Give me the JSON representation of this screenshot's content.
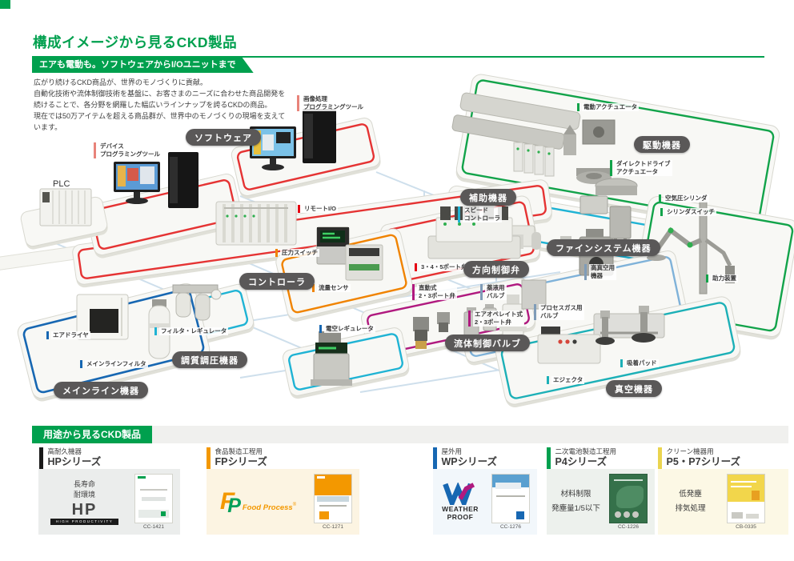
{
  "colors": {
    "brand_green": "#00A04E",
    "badge_gray": "#5a5858"
  },
  "header": {
    "title": "構成イメージから見るCKD製品",
    "banner": "エアも電動も。ソフトウェアからI/Oユニットまで",
    "intro": "広がり続けるCKD商品が、世界のモノづくりに貢献。\n自動化技術や流体制御技術を基盤に、お客さまのニーズに合わせた商品開発を\n続けることで、各分野を網羅した幅広いラインナップを誇るCKDの商品。\n現在では50万アイテムを超える商品群が、世界中のモノづくりの現場を支えて\nいます。"
  },
  "diagram": {
    "plc_label": "PLC",
    "badges": [
      {
        "label": "ソフトウェア"
      },
      {
        "label": "コントローラ"
      },
      {
        "label": "補助機器"
      },
      {
        "label": "方向制御弁"
      },
      {
        "label": "ファインシステム機器"
      },
      {
        "label": "駆動機器"
      },
      {
        "label": "調質調圧機器"
      },
      {
        "label": "メインライン機器"
      },
      {
        "label": "流体制御バルブ"
      },
      {
        "label": "真空機器"
      }
    ],
    "labels": [
      {
        "text": "デバイス\nプログラミングツール",
        "color": "#e8837a"
      },
      {
        "text": "画像処理\nプログラミングツール",
        "color": "#e8837a"
      },
      {
        "text": "リモートI/O",
        "color": "#e60012"
      },
      {
        "text": "圧力スイッチ",
        "color": "#f08300"
      },
      {
        "text": "流量センサ",
        "color": "#f08300"
      },
      {
        "text": "スピード\nコントローラ",
        "color": "#1fb3d4"
      },
      {
        "text": "3・4・5ポート弁",
        "color": "#e60012"
      },
      {
        "text": "直動式\n2・3ポート弁",
        "color": "#b0197f"
      },
      {
        "text": "薬液用\nバルブ",
        "color": "#7f9cb8"
      },
      {
        "text": "エアオペレイト式\n2・3ポート弁",
        "color": "#b0197f"
      },
      {
        "text": "高真空用\n機器",
        "color": "#7f9cb8"
      },
      {
        "text": "プロセスガス用\nバルブ",
        "color": "#7f9cb8"
      },
      {
        "text": "電動アクチュエータ",
        "color": "#12a34a"
      },
      {
        "text": "ダイレクトドライブ\nアクチュエータ",
        "color": "#12a34a"
      },
      {
        "text": "空気圧シリンダ",
        "color": "#12a34a"
      },
      {
        "text": "シリンダスイッチ",
        "color": "#12a34a"
      },
      {
        "text": "助力装置",
        "color": "#12a34a"
      },
      {
        "text": "エアドライヤ",
        "color": "#1767b2"
      },
      {
        "text": "メインラインフィルタ",
        "color": "#1767b2"
      },
      {
        "text": "フィルタ・レギュレータ",
        "color": "#1fb3d4"
      },
      {
        "text": "電空レギュレータ",
        "color": "#1767b2"
      },
      {
        "text": "エジェクタ",
        "color": "#1cb0b7"
      },
      {
        "text": "吸着パッド",
        "color": "#1cb0b7"
      }
    ]
  },
  "usage": {
    "header": "用途から見るCKD製品",
    "cards": [
      {
        "category": "高耐久機器",
        "series": "HPシリーズ",
        "bar_color": "#1a1a1a",
        "feature1": "長寿命",
        "feature2": "耐環境",
        "logo_main": "HP",
        "logo_sub": "HIGH PRODUCTIVITY",
        "code": "CC-1421"
      },
      {
        "category": "食品製造工程用",
        "series": "FPシリーズ",
        "bar_color": "#f39800",
        "logo_f": "F",
        "logo_p": "P",
        "logo_text": "Food Process",
        "logo_reg": "®",
        "code": "CC-1271"
      },
      {
        "category": "屋外用",
        "series": "WPシリーズ",
        "bar_color": "#1767b2",
        "logo_line1": "WEATHER",
        "logo_line2": "PROOF",
        "code": "CC-1276"
      },
      {
        "category": "二次電池製造工程用",
        "series": "P4シリーズ",
        "bar_color": "#00a04e",
        "feature1": "材料制限",
        "feature2": "発塵量1/5以下",
        "code": "CC-1226"
      },
      {
        "category": "クリーン機器用",
        "series": "P5・P7シリーズ",
        "bar_color": "#ead44f",
        "feature1": "低発塵",
        "feature2": "排気処理",
        "code": "CB-0335"
      }
    ]
  }
}
